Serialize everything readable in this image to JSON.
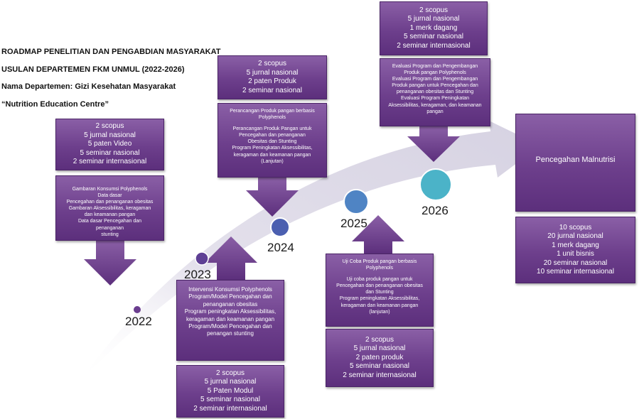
{
  "header": {
    "line1": "ROADMAP PENELITIAN DAN PENGABDIAN MASYARAKAT",
    "line2": "USULAN DEPARTEMEN FKM UNMUL (2022-2026)",
    "line3": "Nama Departemen: Gizi Kesehatan Masyarakat",
    "line4": "“Nutrition Education Centre”"
  },
  "years": {
    "y2022": "2022",
    "y2023": "2023",
    "y2024": "2024",
    "y2025": "2025",
    "y2026": "2026"
  },
  "colors": {
    "box": "#6d3f8c",
    "dot_small": "#6a3d8f",
    "dot_2024": "#4b5fb0",
    "dot_2025": "#4f84c4",
    "dot_2026": "#4bb3c8",
    "swoosh": "#dcd9e6"
  },
  "b2022": {
    "outputs": [
      "2 scopus",
      "5 jurnal nasional",
      "5 paten Video",
      "5 seminar nasional",
      "2 seminar internasional"
    ],
    "activity": [
      "Gambaran Konsumsi Polyphenols",
      "Data dasar",
      "Pencegahan dan penanganan obesitas",
      "Gambaran Aksessibilitas, keragaman",
      "dan keamanan pangan",
      "Data dasar Pencegahan dan",
      "penanganan",
      "stunting"
    ]
  },
  "b2023": {
    "activity": [
      "Intervensi Konsumsi Polyphenols",
      "Program/Model Pencegahan dan",
      "penanganan obesitas",
      "Program peningkatan Aksessibilitas,",
      "keragaman dan keamanan pangan",
      "Program/Model Pencegahan dan",
      "penangan stunting"
    ],
    "outputs": [
      "2 scopus",
      "5 jurnal nasional",
      "5 Paten Modul",
      "5 seminar nasional",
      "2 seminar internasional"
    ]
  },
  "b2024": {
    "outputs": [
      "2 scopus",
      "5 jurnal nasional",
      "2 paten Produk",
      "2 seminar nasional"
    ],
    "activity": [
      "Perancangan Produk pangan berbasis",
      "Polyphenols",
      "",
      "Perancangan Produk Pangan  untuk",
      "Pencegahan dan penanganan",
      "Obesitas dan Stunting",
      "Program Peningkatan Aksessibilitas,",
      "keragaman dan keamanan pangan",
      "(Lanjutan)"
    ]
  },
  "b2025": {
    "activity": [
      "Uji Coba Produk pangan berbasis",
      "Polyphenols",
      "",
      "Uji coba produk pangan untuk",
      "Pencegahan dan penanganan obesitas",
      "dan Stunting",
      "Program peningkatan  Aksessibilitas,",
      "keragaman dan keamanan pangan",
      "(lanjutan)"
    ],
    "outputs": [
      "2 scopus",
      "5 jurnal nasional",
      "2 paten produk",
      "5 seminar nasional",
      "2 seminar internasional"
    ]
  },
  "b2026": {
    "outputs": [
      "2 scopus",
      "5 jurnal nasional",
      "1 merk dagang",
      "5 seminar nasional",
      "2 seminar internasional"
    ],
    "activity": [
      "Evaluasi Program dan Pengembangan",
      "Produk pangan Polyphenols",
      "Evaluasi Program dan Pengembangan",
      "Produk pangan  untuk Pencegahan dan",
      "penanganan obesitas dan Stunting",
      "Evaluasi Program Peningkatan",
      "Aksessibilitas, keragaman, dan keamanan",
      "pangan"
    ]
  },
  "goal": {
    "title": "Pencegahan Malnutrisi",
    "outputs": [
      "10 scopus",
      "20 jurnal nasional",
      "1 merk dagang",
      "1 unit bisnis",
      "20 seminar nasional",
      "10 seminar internasional"
    ]
  }
}
